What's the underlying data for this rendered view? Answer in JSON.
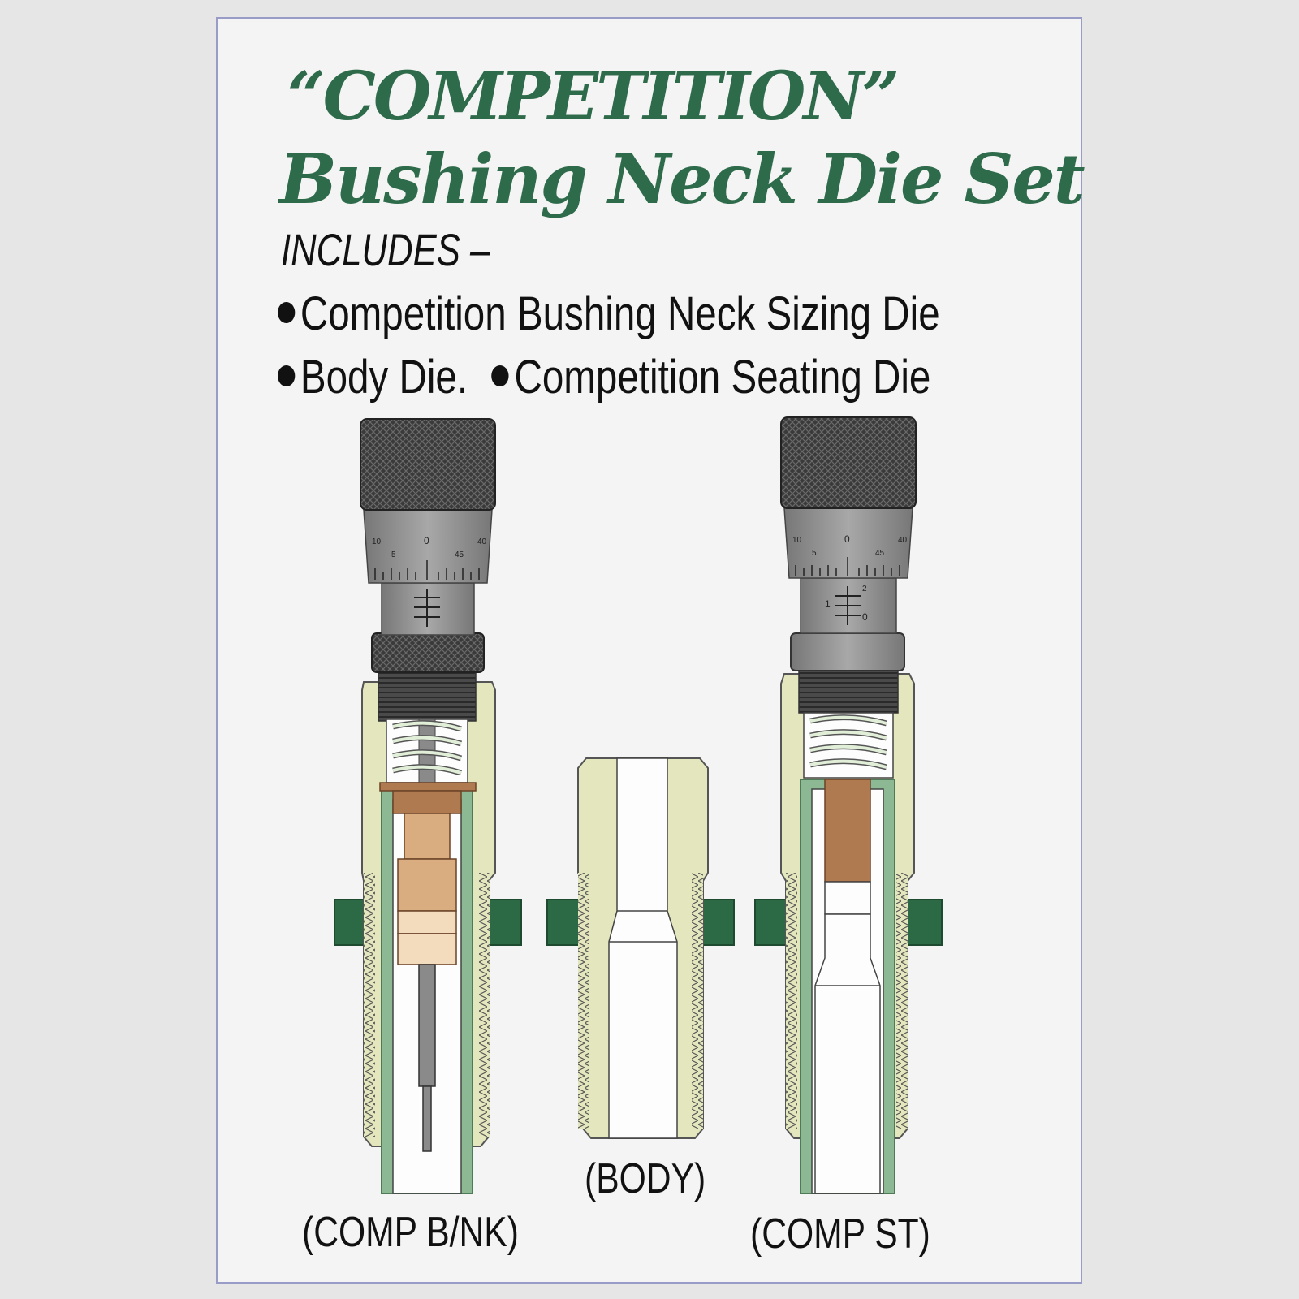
{
  "title_line1": "“COMPETITION”",
  "title_line2": "Bushing Neck Die Set",
  "includes_label": "INCLUDES –",
  "items": [
    "Competition Bushing Neck Sizing Die",
    "Body Die.",
    "Competition Seating Die"
  ],
  "die_labels": {
    "left": "(COMP B/NK)",
    "middle": "(BODY)",
    "right": "(COMP ST)"
  },
  "micrometer_marks": [
    "10",
    "5",
    "0",
    "45",
    "40"
  ],
  "right_sleeve_marks": [
    "1",
    "2",
    "0"
  ],
  "colors": {
    "title": "#2e6b4b",
    "die_body": "#e4e6bd",
    "insert_green": "#8db894",
    "lock_ring": "#2c6a45",
    "copper": "#b07a50",
    "light_copper": "#d9ad7f",
    "knurl": "#3a3a3a",
    "micrometer_gray": "#8c8c8c"
  }
}
